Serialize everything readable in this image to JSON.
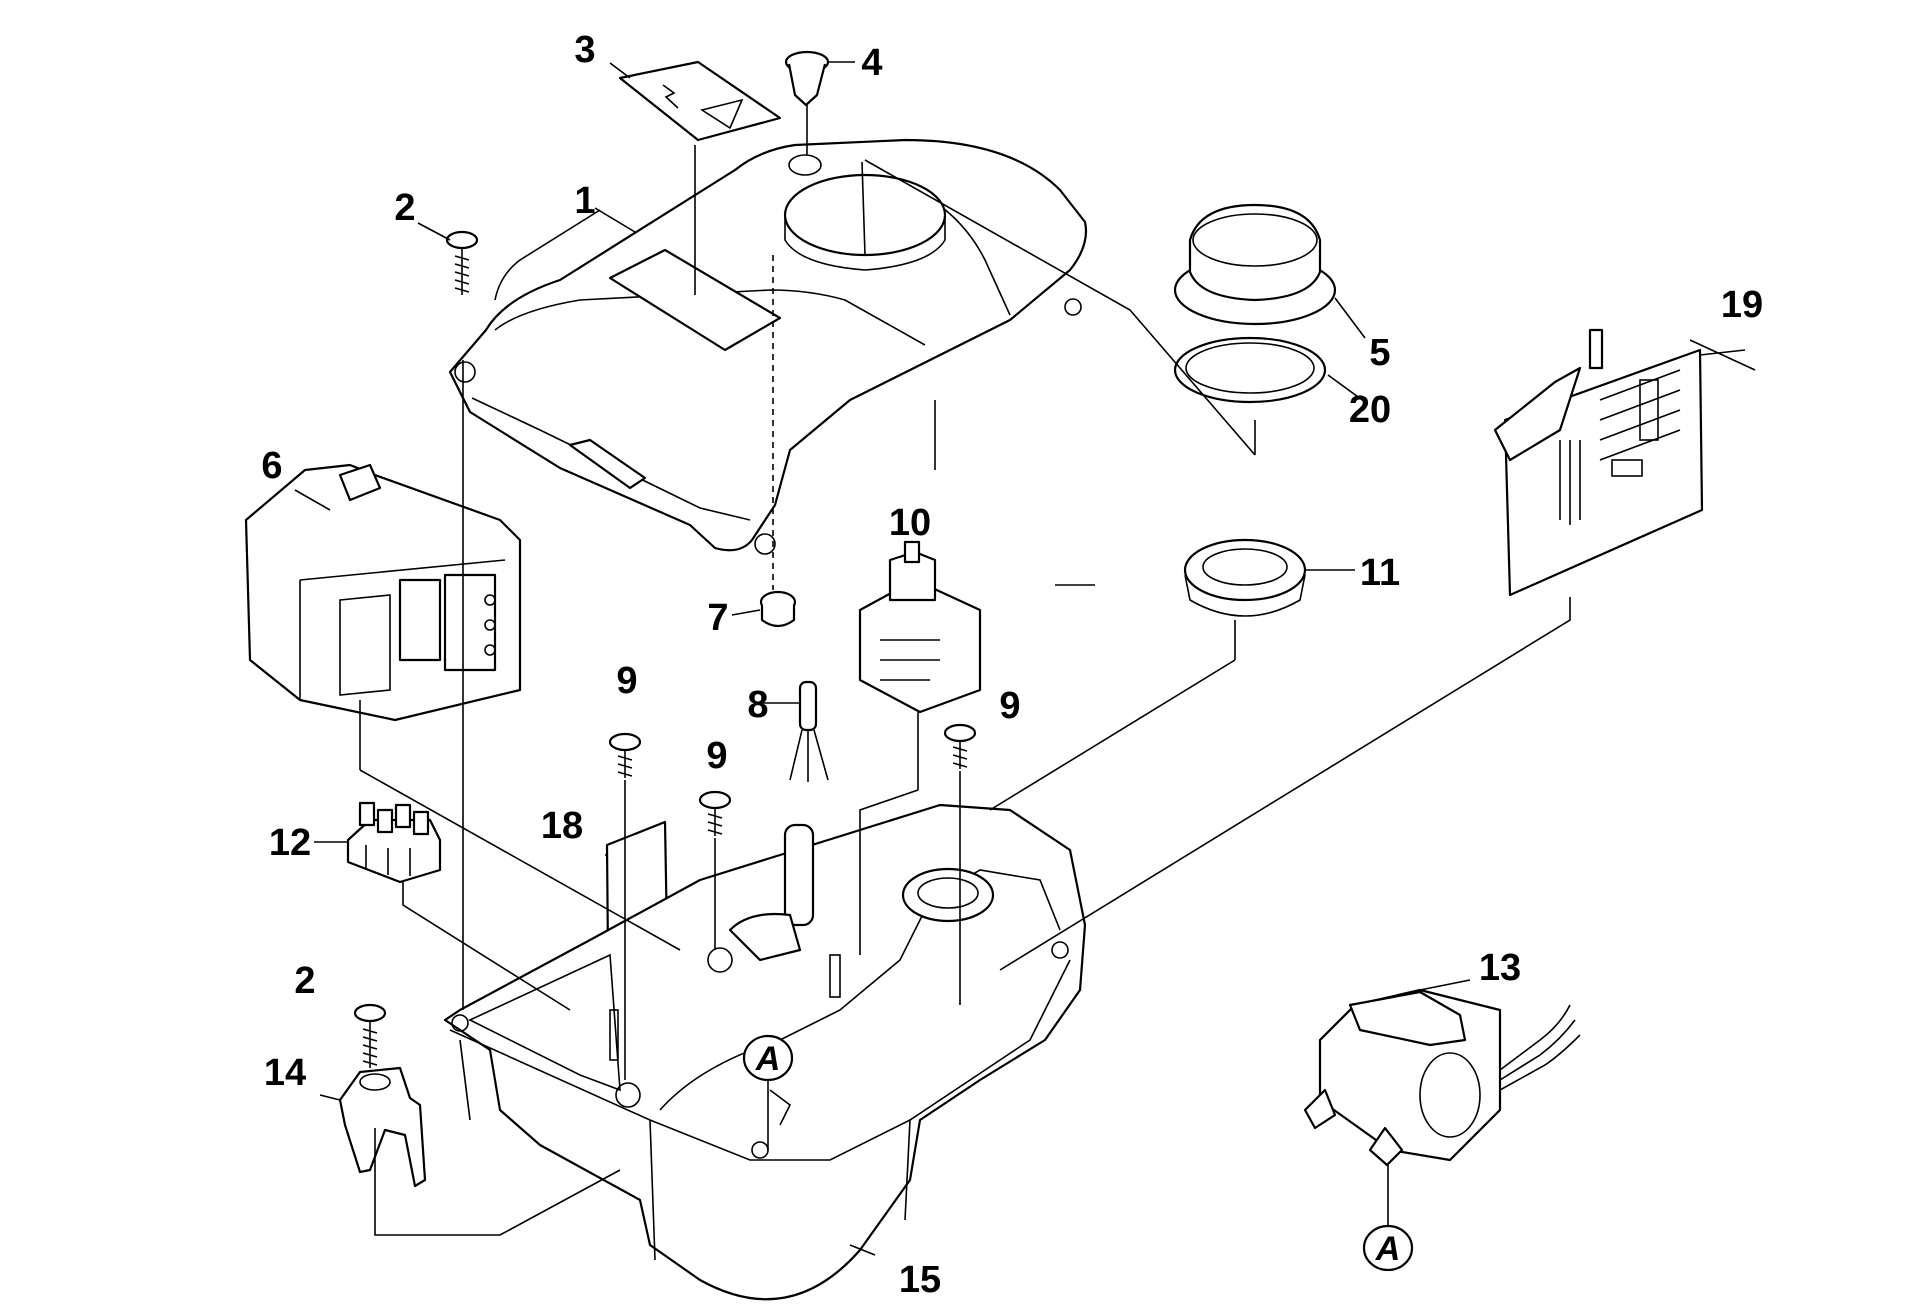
{
  "diagram": {
    "part_labels": [
      {
        "id": "p1",
        "text": "1"
      },
      {
        "id": "p2a",
        "text": "2"
      },
      {
        "id": "p2b",
        "text": "2"
      },
      {
        "id": "p3",
        "text": "3"
      },
      {
        "id": "p4",
        "text": "4"
      },
      {
        "id": "p5",
        "text": "5"
      },
      {
        "id": "p6",
        "text": "6"
      },
      {
        "id": "p7",
        "text": "7"
      },
      {
        "id": "p8",
        "text": "8"
      },
      {
        "id": "p9a",
        "text": "9"
      },
      {
        "id": "p9b",
        "text": "9"
      },
      {
        "id": "p9c",
        "text": "9"
      },
      {
        "id": "p10",
        "text": "10"
      },
      {
        "id": "p11",
        "text": "11"
      },
      {
        "id": "p12",
        "text": "12"
      },
      {
        "id": "p13",
        "text": "13"
      },
      {
        "id": "p14",
        "text": "14"
      },
      {
        "id": "p15",
        "text": "15"
      },
      {
        "id": "p18",
        "text": "18"
      },
      {
        "id": "p19",
        "text": "19"
      },
      {
        "id": "p20",
        "text": "20"
      }
    ],
    "connection_markers": [
      {
        "id": "markerA1",
        "text": "A"
      },
      {
        "id": "markerA2",
        "text": "A"
      }
    ],
    "warning_icon": "lightning-bolt-icon"
  }
}
